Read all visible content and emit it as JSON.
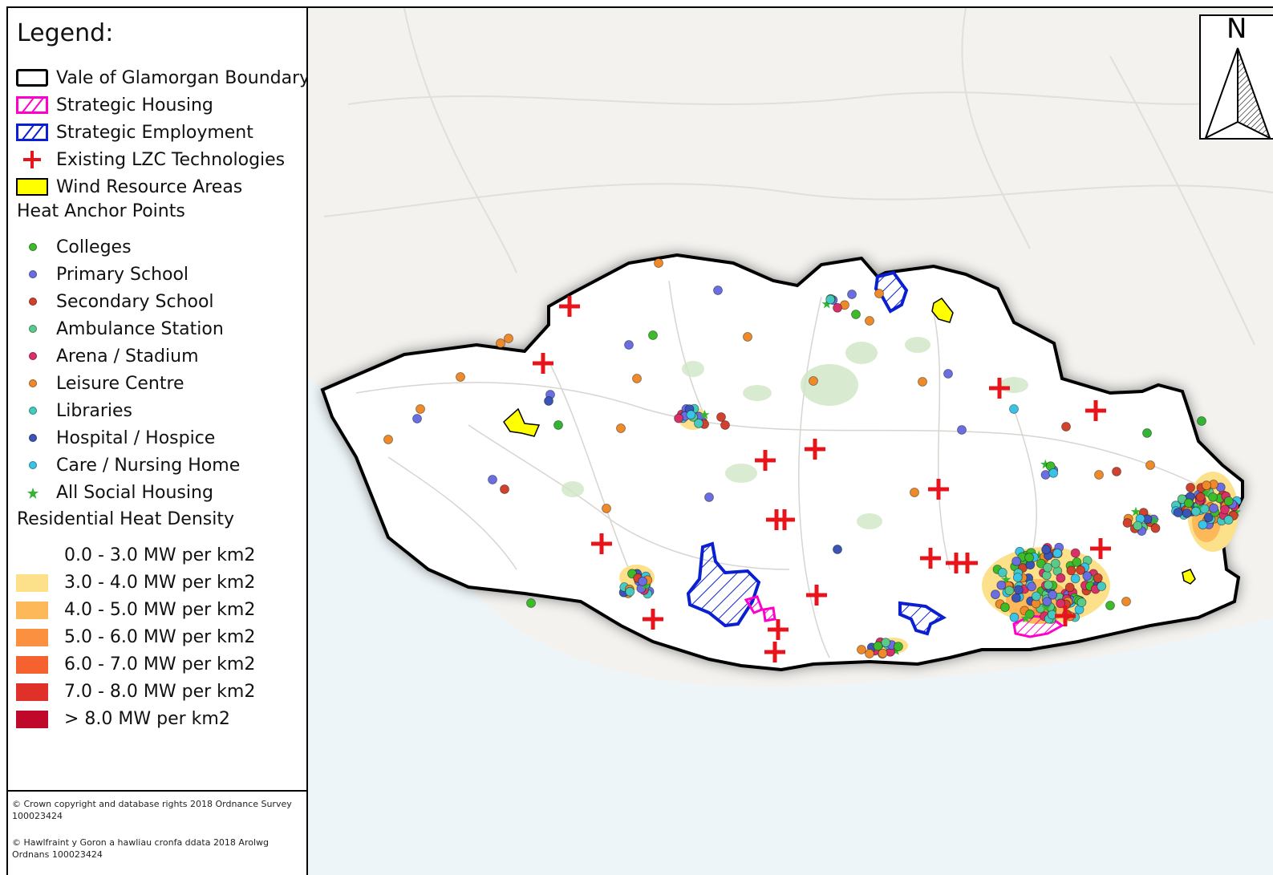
{
  "legend": {
    "title": "Legend:",
    "items": [
      {
        "label": "Vale of Glamorgan Boundary",
        "icon": "boundary-outline-icon",
        "stroke": "#000000",
        "fill": "none"
      },
      {
        "label": "Strategic Housing",
        "icon": "hatched-magenta-icon",
        "stroke": "#ff00cc",
        "fill": "hatch"
      },
      {
        "label": "Strategic Employment",
        "icon": "hatched-blue-icon",
        "stroke": "#0a1fd0",
        "fill": "hatch"
      },
      {
        "label": "Existing LZC Technologies",
        "icon": "red-cross-icon",
        "stroke": "#e8141b",
        "fill": "none"
      },
      {
        "label": "Wind Resource Areas",
        "icon": "yellow-box-icon",
        "stroke": "#000000",
        "fill": "#ffff00"
      }
    ],
    "heat_anchor": {
      "title": "Heat Anchor Points",
      "items": [
        {
          "label": "Colleges",
          "color": "#3dbb2b",
          "icon": "dot-icon"
        },
        {
          "label": "Primary School",
          "color": "#6a6ee0",
          "icon": "dot-icon"
        },
        {
          "label": "Secondary School",
          "color": "#d1422e",
          "icon": "dot-icon"
        },
        {
          "label": "Ambulance Station",
          "color": "#59c98c",
          "icon": "dot-icon"
        },
        {
          "label": "Arena / Stadium",
          "color": "#d9306a",
          "icon": "dot-icon"
        },
        {
          "label": "Leisure Centre",
          "color": "#ef8a2a",
          "icon": "dot-icon"
        },
        {
          "label": "Libraries",
          "color": "#45c9c0",
          "icon": "dot-icon"
        },
        {
          "label": "Hospital / Hospice",
          "color": "#3b55b6",
          "icon": "dot-icon"
        },
        {
          "label": "Care / Nursing Home",
          "color": "#3ac3e6",
          "icon": "dot-icon"
        },
        {
          "label": "All Social Housing",
          "color": "#32b532",
          "icon": "star-icon"
        }
      ]
    },
    "heat_density": {
      "title": "Residential Heat Density",
      "items": [
        {
          "label": "0.0 - 3.0 MW per km2",
          "color": "#ffffff"
        },
        {
          "label": "3.0 - 4.0 MW per km2",
          "color": "#fde08a"
        },
        {
          "label": "4.0 - 5.0 MW per km2",
          "color": "#fdb859"
        },
        {
          "label": "5.0 - 6.0 MW per km2",
          "color": "#fb9140"
        },
        {
          "label": "6.0 - 7.0 MW per km2",
          "color": "#f5622f"
        },
        {
          "label": "7.0 - 8.0 MW per km2",
          "color": "#e0302a"
        },
        {
          "label": "> 8.0 MW per km2",
          "color": "#c0082a"
        }
      ]
    }
  },
  "copyright": [
    "© Crown copyright and database rights 2018 Ordnance Survey 100023424",
    "© Hawlfraint y Goron a hawliau cronfa ddata 2018 Arolwg Ordnans 100023424"
  ],
  "north_arrow": {
    "letter": "N"
  },
  "colors": {
    "sea": "#eef5f8",
    "land_bg": "#f1f0ee",
    "district_fill": "#ffffff",
    "boundary": "#000000"
  }
}
